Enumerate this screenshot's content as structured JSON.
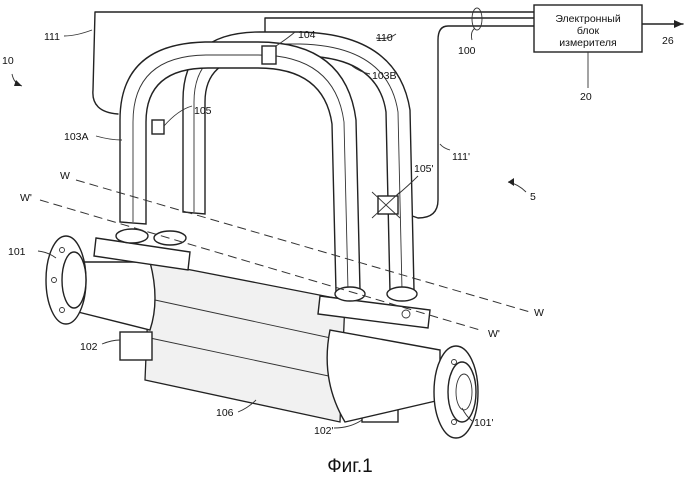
{
  "electronics_box": {
    "lines": [
      "Электронный",
      "блок",
      "измерителя"
    ]
  },
  "labels": {
    "l10": "10",
    "l111": "111",
    "l104": "104",
    "l110": "110",
    "l100": "100",
    "l26": "26",
    "l103b": "103B",
    "l20": "20",
    "l105": "105",
    "l103a": "103A",
    "l111p": "111'",
    "l105p": "105'",
    "l5": "5",
    "lw_top": "W",
    "lwp_left": "W'",
    "l101": "101",
    "lw_right": "W",
    "lwp_right": "W'",
    "l102": "102",
    "l106": "106",
    "l102p": "102'",
    "l101p": "101'"
  },
  "caption": "Фиг.1"
}
